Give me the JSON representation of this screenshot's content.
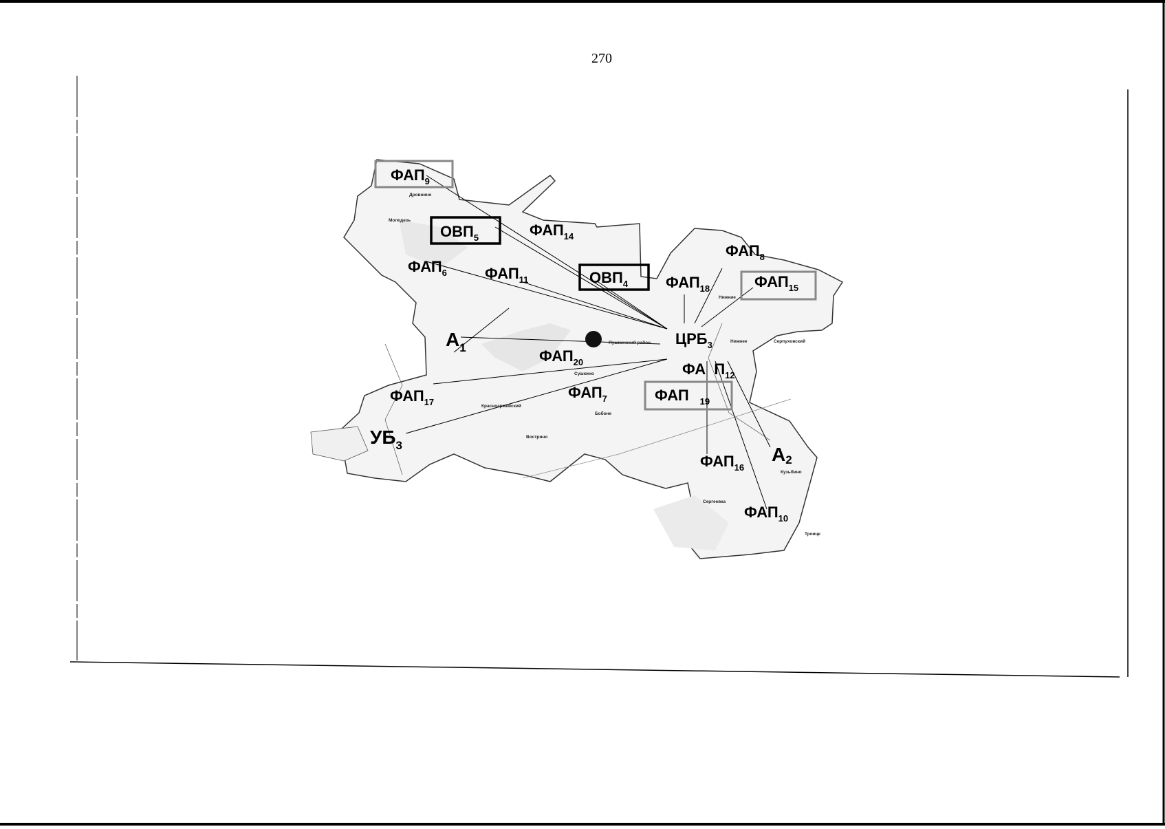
{
  "page_number": "270",
  "map": {
    "nodes": {
      "fap9": {
        "main": "ФАП",
        "sub": "9"
      },
      "ovp5": {
        "main": "ОВП",
        "sub": "5"
      },
      "fap14": {
        "main": "ФАП",
        "sub": "14"
      },
      "ovp4": {
        "main": "ОВП",
        "sub": "4"
      },
      "fap8": {
        "main": "ФАП",
        "sub": "8"
      },
      "fap6": {
        "main": "ФАП",
        "sub": "6"
      },
      "fap11": {
        "main": "ФАП",
        "sub": "11"
      },
      "fap18": {
        "main": "ФАП",
        "sub": "18"
      },
      "fap15": {
        "main": "ФАП",
        "sub": "15"
      },
      "a1": {
        "main": "А",
        "sub": "1"
      },
      "crb3": {
        "main": "ЦРБ",
        "sub": "3"
      },
      "fap20": {
        "main": "ФАП",
        "sub": "20"
      },
      "fap12": {
        "main": "ФА  П",
        "sub": "12"
      },
      "fap17": {
        "main": "ФАП",
        "sub": "17"
      },
      "fap7": {
        "main": "ФАП",
        "sub": "7"
      },
      "fap19": {
        "main": "ФАП",
        "sub": "19"
      },
      "ub3": {
        "main": "УБ",
        "sub": "3"
      },
      "a2": {
        "main": "А",
        "sub": "2"
      },
      "fap16": {
        "main": "ФАП",
        "sub": "16"
      },
      "fap10": {
        "main": "ФАП",
        "sub": "10"
      }
    },
    "towns": {
      "t1": "Дровнино",
      "t2": "Молодезь",
      "t3": "Пушкинский район",
      "t4": "Красноармейский",
      "t5": "Сушкино",
      "t6": "Бобоне",
      "t7": "Вострино",
      "t8": "Сергеевка",
      "t9": "Троицк",
      "t10": "Кузьбино",
      "t11": "Нижние",
      "t12": "Нижнее",
      "t13": "Серпуховский"
    }
  }
}
